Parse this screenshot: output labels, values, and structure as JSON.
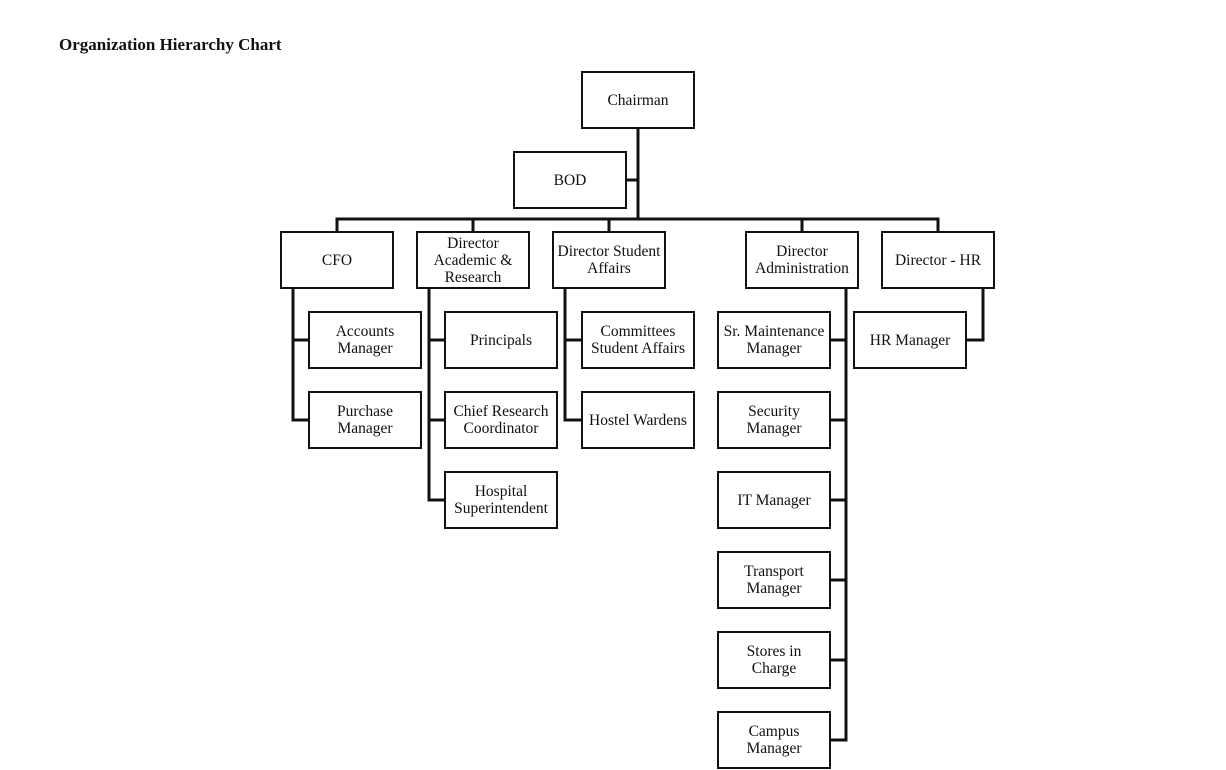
{
  "title": "Organization Hierarchy Chart",
  "nodes": {
    "chairman": "Chairman",
    "bod": "BOD",
    "cfo": "CFO",
    "dir_academic": "Director\nAcademic &\nResearch",
    "dir_student": "Director Student\nAffairs",
    "dir_admin": "Director\nAdministration",
    "dir_hr": "Director - HR",
    "accounts_mgr": "Accounts\nManager",
    "purchase_mgr": "Purchase\nManager",
    "principals": "Principals",
    "chief_research": "Chief Research\nCoordinator",
    "hospital_supt": "Hospital\nSuperintendent",
    "committees": "Committees\nStudent Affairs",
    "hostel_wardens": "Hostel Wardens",
    "sr_maintenance": "Sr. Maintenance\nManager",
    "security_mgr": "Security\nManager",
    "it_mgr": "IT Manager",
    "transport_mgr": "Transport\nManager",
    "stores": "Stores in\nCharge",
    "campus_mgr": "Campus\nManager",
    "hr_mgr": "HR Manager"
  },
  "hierarchy": {
    "chairman": [
      "bod",
      "cfo",
      "dir_academic",
      "dir_student",
      "dir_admin",
      "dir_hr"
    ],
    "cfo": [
      "accounts_mgr",
      "purchase_mgr"
    ],
    "dir_academic": [
      "principals",
      "chief_research",
      "hospital_supt"
    ],
    "dir_student": [
      "committees",
      "hostel_wardens"
    ],
    "dir_admin": [
      "sr_maintenance",
      "security_mgr",
      "it_mgr",
      "transport_mgr",
      "stores",
      "campus_mgr"
    ],
    "dir_hr": [
      "hr_mgr"
    ]
  },
  "colors": {
    "line": "#111111",
    "box_border": "#111111",
    "background": "#ffffff"
  }
}
